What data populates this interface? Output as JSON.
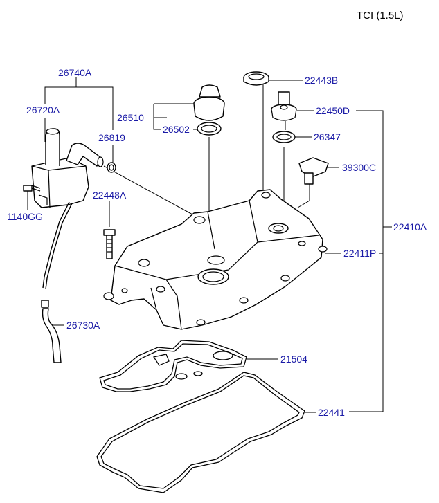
{
  "header": {
    "engine_label": "TCI (1.5L)"
  },
  "labels": {
    "p26740A": "26740A",
    "p26720A": "26720A",
    "p26819": "26819",
    "p1140GG": "1140GG",
    "p26730A": "26730A",
    "p22448A": "22448A",
    "p26510": "26510",
    "p26502": "26502",
    "p22443B": "22443B",
    "p22450D": "22450D",
    "p26347": "26347",
    "p39300C": "39300C",
    "p22410A": "22410A",
    "p22411P": "22411P",
    "p21504": "21504",
    "p22441": "22441"
  },
  "colors": {
    "label": "#1a1aa6",
    "line": "#000000"
  }
}
